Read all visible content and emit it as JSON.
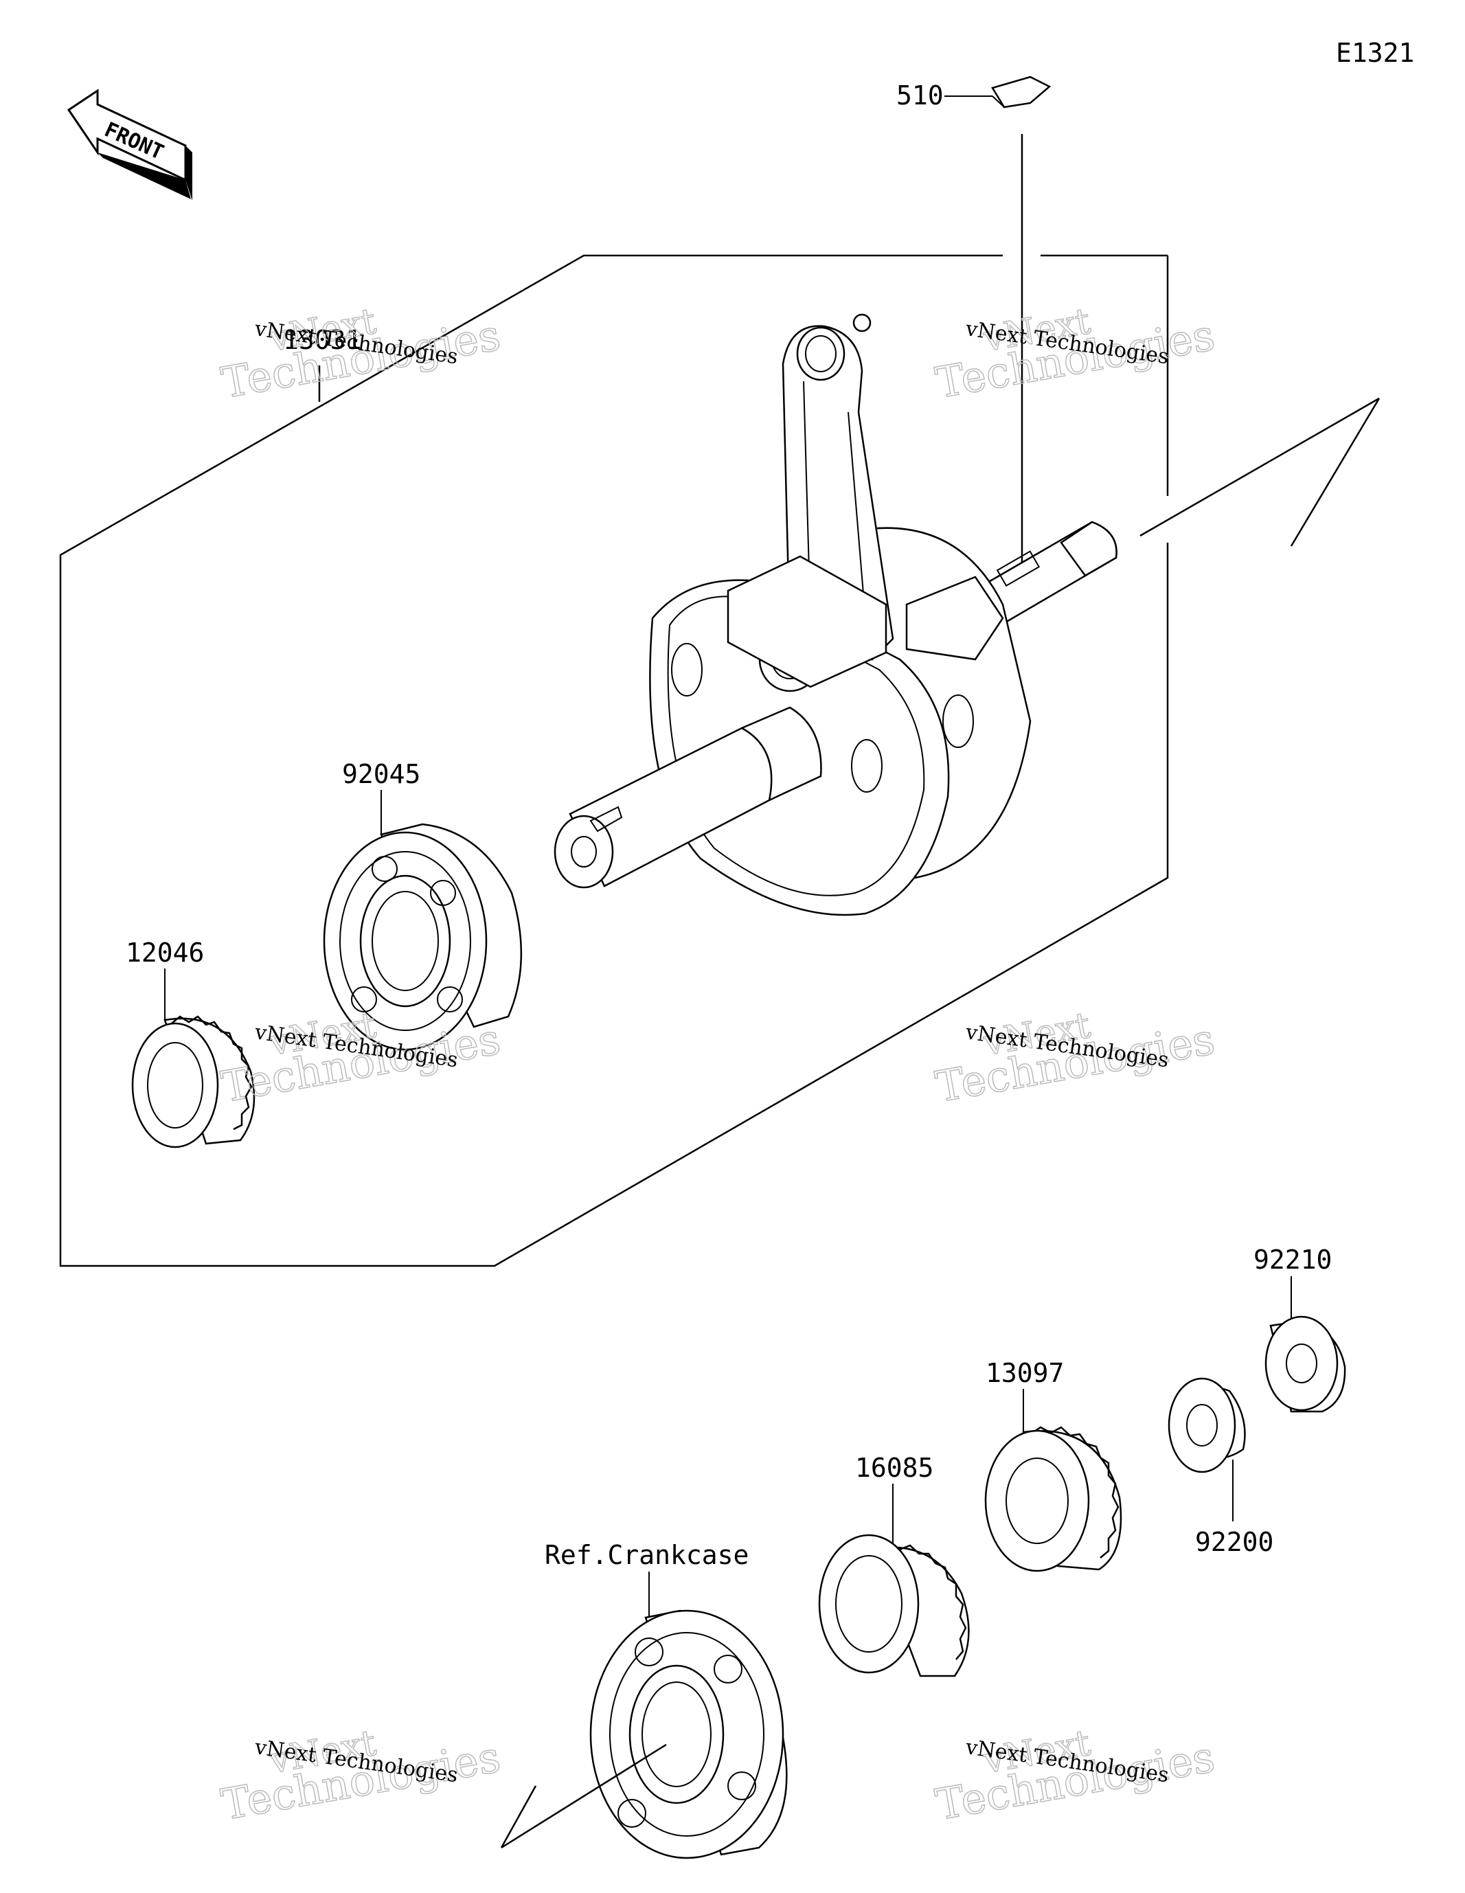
{
  "diagram_code": "E1321",
  "front_label": "FRONT",
  "parts": {
    "key": "510",
    "crankshaft_assy": "13031",
    "bearing_left": "92045",
    "gear_left": "12046",
    "nut": "92210",
    "gear_13097": "13097",
    "washer": "92200",
    "gear_16085": "16085",
    "ref_crankcase": "Ref.Crankcase"
  },
  "watermark": {
    "line1": "vNext",
    "line2": "Technologies",
    "small": "vNext Technologies"
  }
}
